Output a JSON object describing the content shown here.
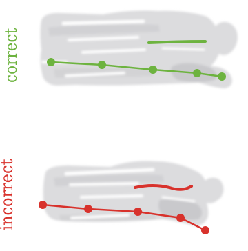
{
  "labels": {
    "correct": "correct",
    "incorrect": "incorrect"
  },
  "colors": {
    "correct": "#6db33f",
    "incorrect": "#d8322c",
    "figure_fill": "#dcdcde",
    "figure_shadow": "#c9c9cc",
    "highlight": "#ffffff"
  },
  "panels": [
    {
      "label_key": "correct",
      "marker_count": 5,
      "spine_line": true
    },
    {
      "label_key": "incorrect",
      "marker_count": 5,
      "spine_line": true
    }
  ]
}
